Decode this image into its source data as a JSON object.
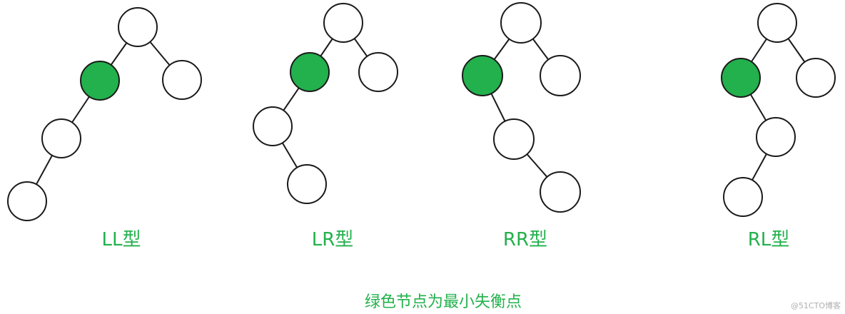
{
  "colors": {
    "unbalanced_node": "#22b14c",
    "normal_node": "#ffffff",
    "label_text": "#22b14c",
    "watermark_text": "#b0b0b0"
  },
  "trees": [
    {
      "id": "ll",
      "label": "LL型",
      "nodes": [
        {
          "id": "root",
          "unbalanced": false
        },
        {
          "id": "left",
          "unbalanced": true
        },
        {
          "id": "right",
          "unbalanced": false
        },
        {
          "id": "left-left",
          "unbalanced": false
        },
        {
          "id": "left-left-left",
          "unbalanced": false
        }
      ],
      "edges": [
        [
          "root",
          "left"
        ],
        [
          "root",
          "right"
        ],
        [
          "left",
          "left-left"
        ],
        [
          "left-left",
          "left-left-left"
        ]
      ]
    },
    {
      "id": "lr",
      "label": "LR型",
      "nodes": [
        {
          "id": "root",
          "unbalanced": false
        },
        {
          "id": "left",
          "unbalanced": true
        },
        {
          "id": "right",
          "unbalanced": false
        },
        {
          "id": "left-left",
          "unbalanced": false
        },
        {
          "id": "left-left-right",
          "unbalanced": false
        }
      ],
      "edges": [
        [
          "root",
          "left"
        ],
        [
          "root",
          "right"
        ],
        [
          "left",
          "left-left"
        ],
        [
          "left-left",
          "left-left-right"
        ]
      ]
    },
    {
      "id": "rr",
      "label": "RR型",
      "nodes": [
        {
          "id": "root",
          "unbalanced": false
        },
        {
          "id": "left",
          "unbalanced": true
        },
        {
          "id": "right",
          "unbalanced": false
        },
        {
          "id": "left-right",
          "unbalanced": false
        },
        {
          "id": "left-right-right",
          "unbalanced": false
        }
      ],
      "edges": [
        [
          "root",
          "left"
        ],
        [
          "root",
          "right"
        ],
        [
          "left",
          "left-right"
        ],
        [
          "left-right",
          "left-right-right"
        ]
      ]
    },
    {
      "id": "rl",
      "label": "RL型",
      "nodes": [
        {
          "id": "root",
          "unbalanced": false
        },
        {
          "id": "left",
          "unbalanced": true
        },
        {
          "id": "right",
          "unbalanced": false
        },
        {
          "id": "left-right",
          "unbalanced": false
        },
        {
          "id": "left-right-left",
          "unbalanced": false
        }
      ],
      "edges": [
        [
          "root",
          "left"
        ],
        [
          "root",
          "right"
        ],
        [
          "left",
          "left-right"
        ],
        [
          "left-right",
          "left-right-left"
        ]
      ]
    }
  ],
  "caption": "绿色节点为最小失衡点",
  "watermark": "@51CTO博客"
}
